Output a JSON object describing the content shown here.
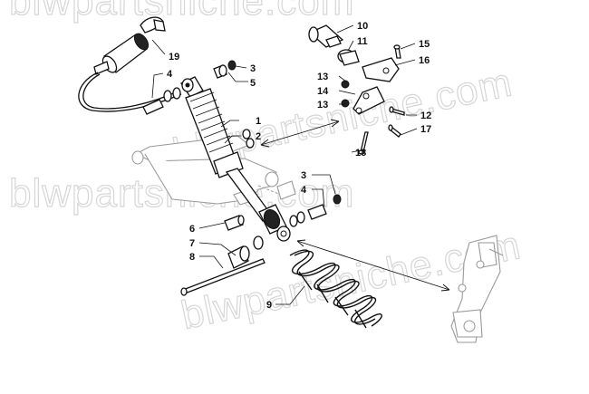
{
  "watermark": {
    "text": "blwpartsniche.com"
  },
  "callouts": [
    {
      "id": "c1",
      "label": "1"
    },
    {
      "id": "c2",
      "label": "2"
    },
    {
      "id": "c3a",
      "label": "3"
    },
    {
      "id": "c3b",
      "label": "3"
    },
    {
      "id": "c4a",
      "label": "4"
    },
    {
      "id": "c4b",
      "label": "4"
    },
    {
      "id": "c5",
      "label": "5"
    },
    {
      "id": "c6",
      "label": "6"
    },
    {
      "id": "c7",
      "label": "7"
    },
    {
      "id": "c8",
      "label": "8"
    },
    {
      "id": "c9",
      "label": "9"
    },
    {
      "id": "c10",
      "label": "10"
    },
    {
      "id": "c11",
      "label": "11"
    },
    {
      "id": "c12",
      "label": "12"
    },
    {
      "id": "c13a",
      "label": "13"
    },
    {
      "id": "c13b",
      "label": "13"
    },
    {
      "id": "c14",
      "label": "14"
    },
    {
      "id": "c15",
      "label": "15"
    },
    {
      "id": "c16",
      "label": "16"
    },
    {
      "id": "c17",
      "label": "17"
    },
    {
      "id": "c18",
      "label": "18"
    },
    {
      "id": "c19",
      "label": "19"
    }
  ]
}
